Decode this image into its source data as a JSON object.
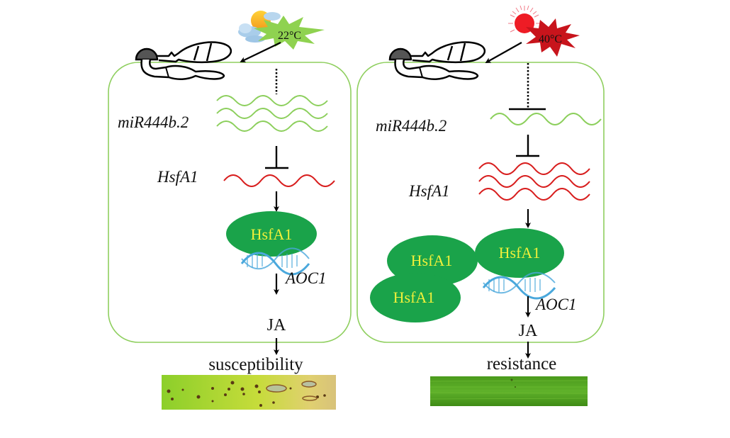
{
  "colors": {
    "cell_border": "#8fcf5f",
    "mirna_wave": "#8ccf5c",
    "hsf_wave": "#d81e1e",
    "protein": "#1aa34a",
    "protein_text": "#f0f03a",
    "dna": "#4aa8dc",
    "cool_burst": "#8fd250",
    "hot_burst": "#c8141c",
    "sun_hot": "#ee1c25",
    "fungus_head": "#555555"
  },
  "left_panel": {
    "condition": "22°C",
    "weather_icon": "sun-behind-clouds-icon",
    "mirna_label": "miR444b.2",
    "hsfa1_gene_label": "HsfA1",
    "protein_labels": [
      "HsfA1"
    ],
    "target_gene_label": "AOC1",
    "hormone_label": "JA",
    "outcome_label": "susceptibility",
    "mirna_copies": 3,
    "hsfa1_copies": 1
  },
  "right_panel": {
    "condition": "40°C",
    "weather_icon": "hot-sun-icon",
    "mirna_label": "miR444b.2",
    "hsfa1_gene_label": "HsfA1",
    "protein_labels": [
      "HsfA1",
      "HsfA1",
      "HsfA1"
    ],
    "target_gene_label": "AOC1",
    "hormone_label": "JA",
    "outcome_label": "resistance",
    "mirna_copies": 1,
    "hsfa1_copies": 3
  }
}
